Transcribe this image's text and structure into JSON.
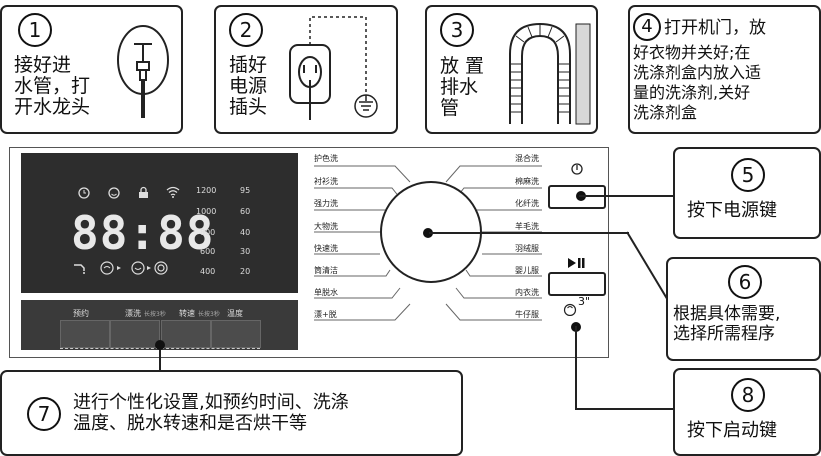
{
  "steps": {
    "s1": {
      "num": "1",
      "text": "接好进\n水管，打\n开水龙头"
    },
    "s2": {
      "num": "2",
      "text": "插好\n电源\n插头"
    },
    "s3": {
      "num": "3",
      "text": "放 置\n排水\n管"
    },
    "s4": {
      "num": "4",
      "line1": "打开机门，放",
      "text": "好衣物并关好;在\n洗涤剂盒内放入适\n量的洗涤剂,关好\n洗涤剂盒"
    },
    "s5": {
      "num": "5",
      "text": "按下电源键"
    },
    "s6": {
      "num": "6",
      "text": "根据具体需要,\n选择所需程序"
    },
    "s7": {
      "num": "7",
      "text": "进行个性化设置,如预约时间、洗涤\n温度、脱水转速和是否烘干等"
    },
    "s8": {
      "num": "8",
      "text": "按下启动键"
    }
  },
  "display": {
    "clock": "88:88",
    "speeds": [
      "1200",
      "1000",
      "800",
      "600",
      "400"
    ],
    "temps": [
      "95",
      "60",
      "40",
      "30",
      "20"
    ],
    "icons": [
      "clock-icon",
      "smile-icon",
      "lock-icon",
      "wifi-icon",
      "tap-icon",
      "wash-icon",
      "spin-icon"
    ]
  },
  "strip": {
    "labels": {
      "reserve": "预约",
      "rinse": "漂洗",
      "speed": "转速",
      "temp": "温度"
    },
    "rinse_hint": "长按3秒",
    "temp_hint": "长按3秒"
  },
  "programs_left": [
    "护色洗",
    "衬衫洗",
    "强力洗",
    "大物洗",
    "快速洗",
    "筒清洁",
    "单脱水",
    "漂+脱"
  ],
  "programs_right": [
    "混合洗",
    "棉麻洗",
    "化纤洗",
    "羊毛洗",
    "羽绒服",
    "婴儿服",
    "内衣洗",
    "牛仔服"
  ],
  "start_hold_label": "3\""
}
